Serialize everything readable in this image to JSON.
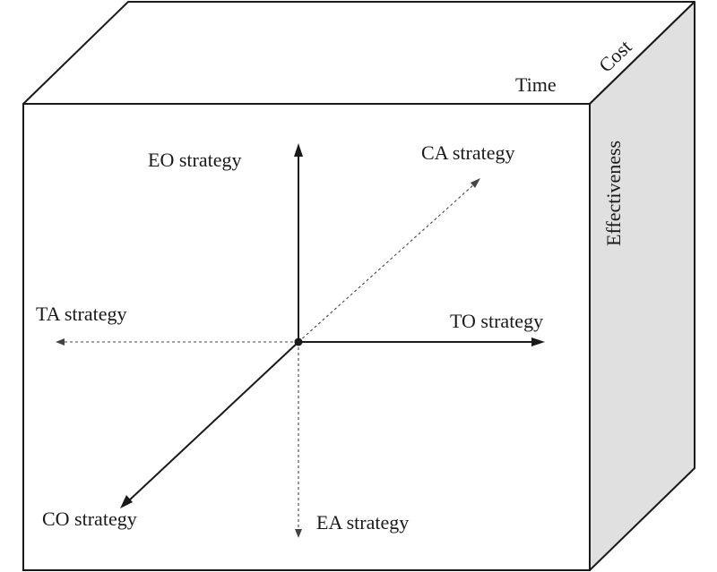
{
  "box": {
    "time_label": "Time",
    "cost_label": "Cost",
    "effectiveness_label": "Effectiveness"
  },
  "strategies": {
    "eo": "EO strategy",
    "ca": "CA strategy",
    "ta": "TA strategy",
    "to": "TO strategy",
    "co": "CO strategy",
    "ea": "EA strategy"
  },
  "colors": {
    "line": "#1a1a1a",
    "side_face": "#e0e0e0",
    "dashed": "#444444"
  }
}
